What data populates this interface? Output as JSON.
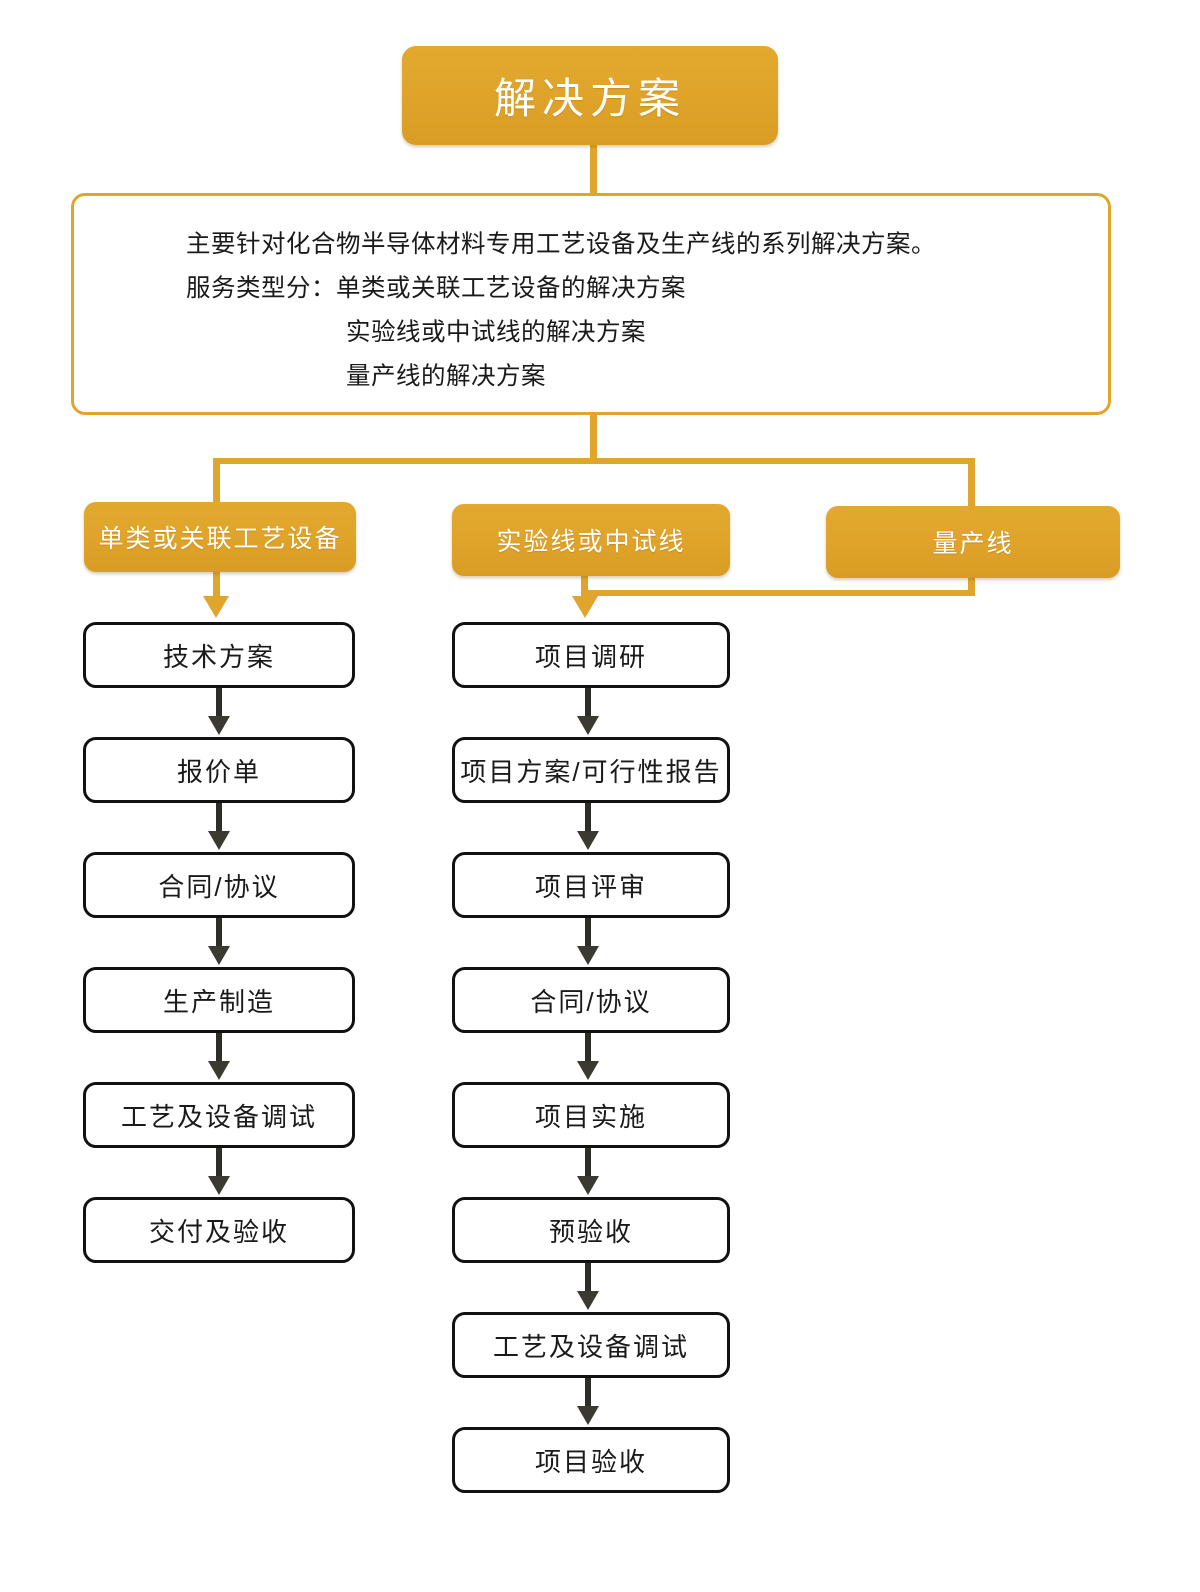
{
  "title": {
    "label": "解决方案"
  },
  "description": {
    "lines": [
      {
        "text": "主要针对化合物半导体材料专用工艺设备及生产线的系列解决方案。",
        "indent": false
      },
      {
        "text": "服务类型分：单类或关联工艺设备的解决方案",
        "indent": false
      },
      {
        "text": "实验线或中试线的解决方案",
        "indent": true
      },
      {
        "text": "量产线的解决方案",
        "indent": true
      }
    ]
  },
  "categories": [
    {
      "label": "单类或关联工艺设备"
    },
    {
      "label": "实验线或中试线"
    },
    {
      "label": "量产线"
    }
  ],
  "flows": {
    "left_column": [
      {
        "label": "技术方案"
      },
      {
        "label": "报价单"
      },
      {
        "label": "合同/协议"
      },
      {
        "label": "生产制造"
      },
      {
        "label": "工艺及设备调试"
      },
      {
        "label": "交付及验收"
      }
    ],
    "right_column": [
      {
        "label": "项目调研"
      },
      {
        "label": "项目方案/可行性报告"
      },
      {
        "label": "项目评审"
      },
      {
        "label": "合同/协议"
      },
      {
        "label": "项目实施"
      },
      {
        "label": "预验收"
      },
      {
        "label": "工艺及设备调试"
      },
      {
        "label": "项目验收"
      }
    ]
  },
  "colors": {
    "accent": "#e0a52c",
    "box_border": "#111111",
    "arrow_dark": "#2e2e28",
    "text": "#1a1a1a",
    "background": "#ffffff"
  }
}
